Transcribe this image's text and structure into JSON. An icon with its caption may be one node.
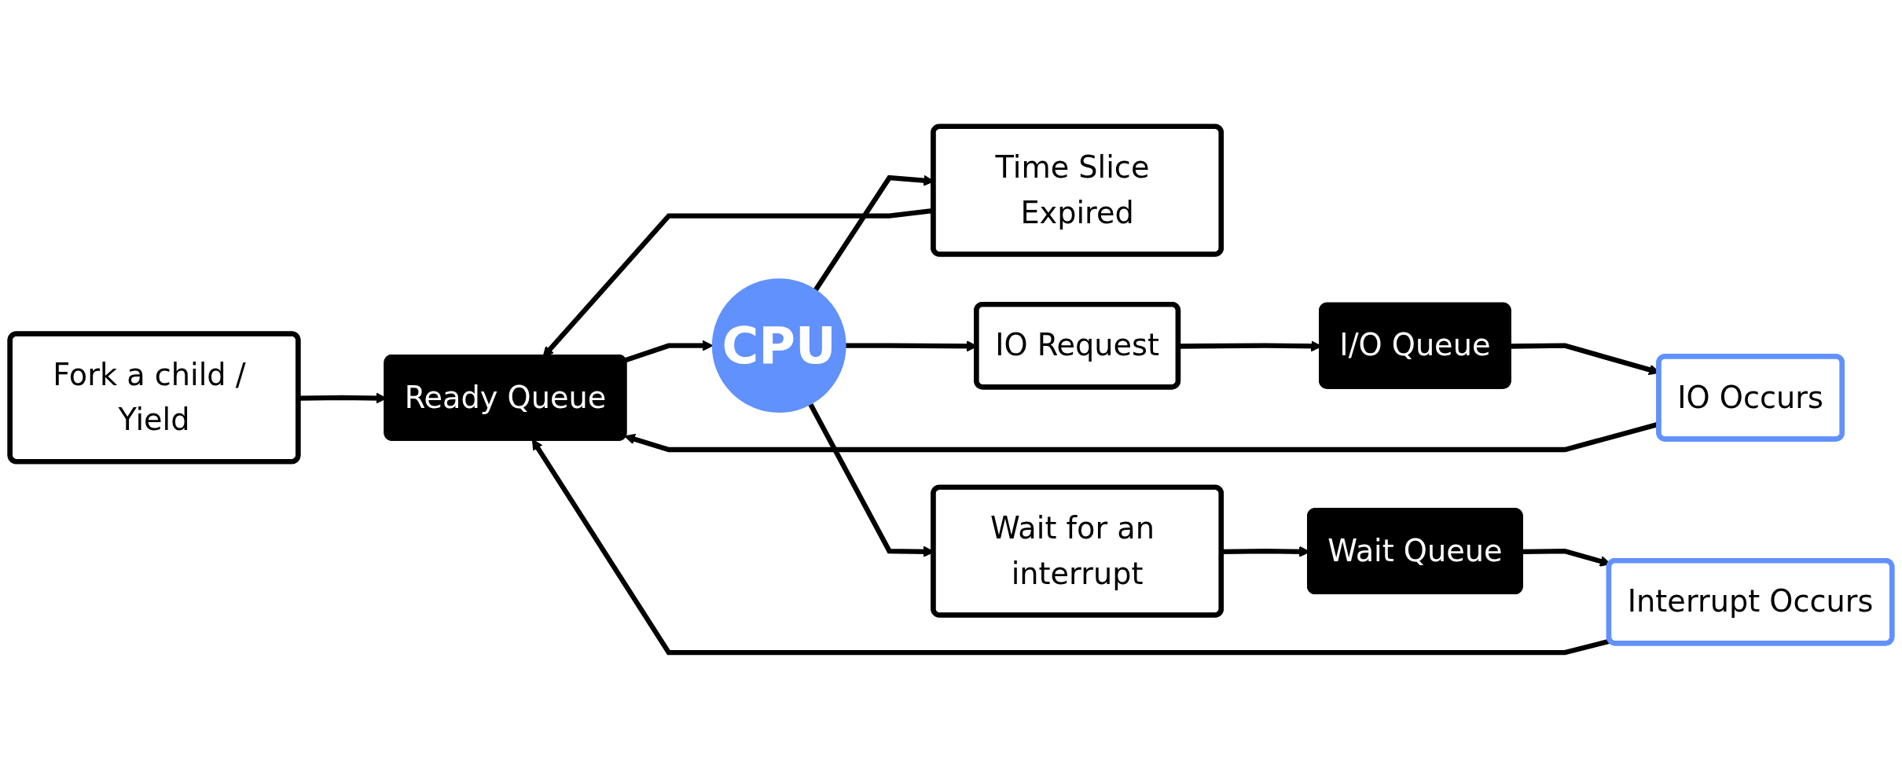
{
  "diagram": {
    "nodes": [
      {
        "text": [
          "Ready Queue"
        ]
      },
      {
        "text": [
          "CPU"
        ]
      },
      {
        "text": [
          "Fork a child / Yield"
        ]
      },
      {
        "text": [
          "Time Slice Expired"
        ]
      },
      {
        "text": [
          "IO Occurs"
        ]
      },
      {
        "text": [
          "I/O Queue"
        ]
      },
      {
        "text": [
          "IO Request"
        ]
      },
      {
        "text": [
          "Interrupt Occurs"
        ]
      },
      {
        "text": [
          "Wait Queue"
        ]
      },
      {
        "text": [
          "Wait for an interrupt"
        ]
      }
    ],
    "edges": [
      {
        "from": 0,
        "to": 1,
        "arrow": "to"
      },
      {
        "from": 1,
        "to": 3,
        "arrow": "to"
      },
      {
        "from": 1,
        "to": 6,
        "arrow": "to"
      },
      {
        "from": 1,
        "to": 9,
        "arrow": "to"
      },
      {
        "from": 2,
        "to": 0,
        "arrow": "to"
      },
      {
        "from": 3,
        "to": 0,
        "arrow": "to"
      },
      {
        "from": 6,
        "to": 5,
        "arrow": "to"
      },
      {
        "from": 5,
        "to": 4,
        "arrow": "to"
      },
      {
        "from": 9,
        "to": 8,
        "arrow": "to"
      },
      {
        "from": 8,
        "to": 7,
        "arrow": "to"
      },
      {
        "from": 4,
        "to": 0,
        "arrow": "to"
      },
      {
        "from": 7,
        "to": 0,
        "arrow": "to"
      }
    ]
  }
}
